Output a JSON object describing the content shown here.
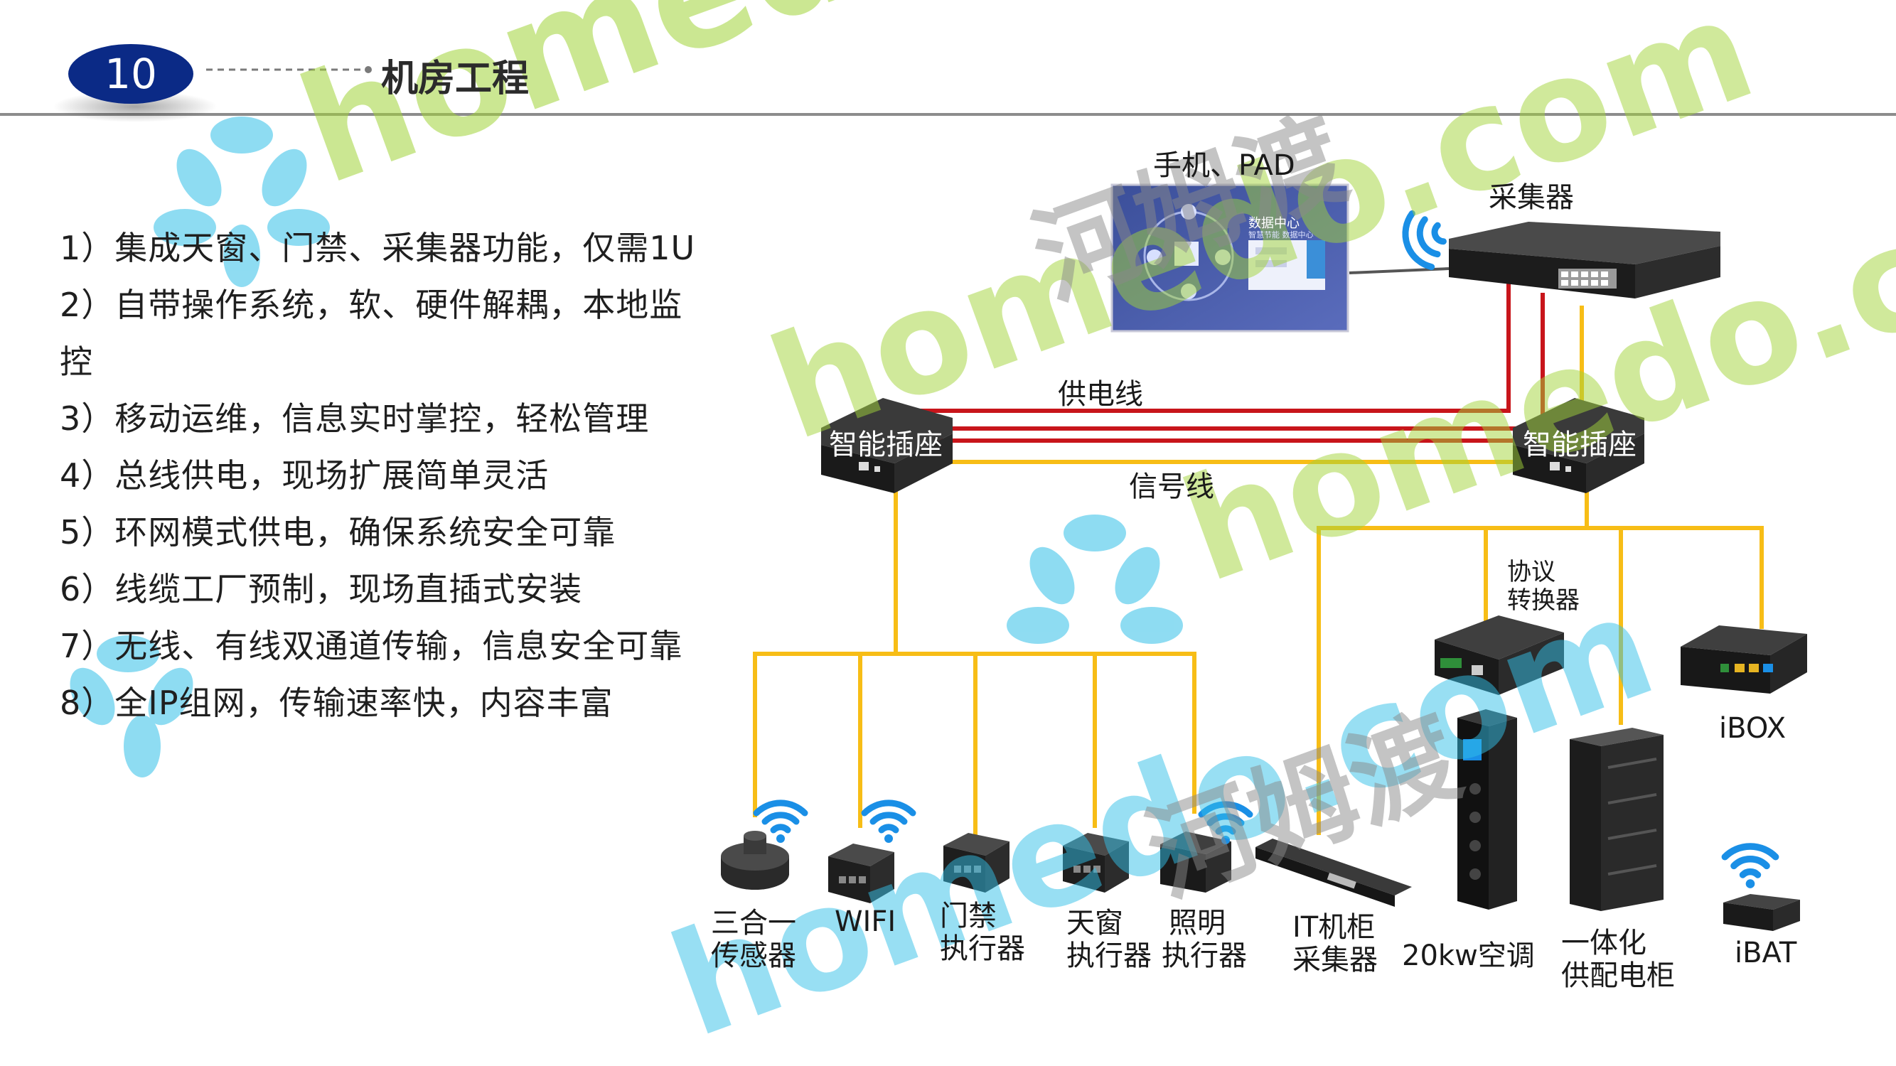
{
  "header": {
    "page_number": "10",
    "title": "机房工程"
  },
  "features": [
    "1）集成天窗、门禁、采集器功能，仅需1U",
    "2）自带操作系统，软、硬件解耦，本地监",
    "控",
    "3）移动运维，信息实时掌控，轻松管理",
    "4）总线供电，现场扩展简单灵活",
    "5）环网模式供电，确保系统安全可靠",
    "6）线缆工厂预制，现场直插式安装",
    "7）无线、有线双通道传输，信息安全可靠",
    "8）全IP组网，传输速率快，内容丰富"
  ],
  "diagram": {
    "phone_pad": "手机、PAD",
    "screen_title": "数据中心",
    "screen_subtitle": "智慧节能 数据中心",
    "collector": "采集器",
    "power_line": "供电线",
    "signal_line": "信号线",
    "socket_left": "智能插座",
    "socket_right": "智能插座",
    "protocol_converter": [
      "协议",
      "转换器"
    ],
    "ibox": "iBOX",
    "ibat": "iBAT",
    "sensor": [
      "三合一",
      "传感器"
    ],
    "wifi": "WIFI",
    "door_actuator": [
      "门禁",
      "执行器"
    ],
    "skylight_actuator": [
      "天窗",
      "执行器"
    ],
    "lighting_actuator": [
      "照明",
      "执行器"
    ],
    "it_collector": [
      "IT机柜",
      "采集器"
    ],
    "ac": "20kw空调",
    "power_cabinet": [
      "一体化",
      "供配电柜"
    ]
  },
  "watermark": {
    "latin": "homedo.com",
    "chinese": "河姆渡"
  },
  "colors": {
    "badge": "#0b2a86",
    "power_line": "#c8151b",
    "signal_line": "#f7bd16",
    "wifi": "#1a8fe6",
    "device": "#1c1c1c",
    "watermark_green": "#a2d43a",
    "watermark_cyan": "#33c0e8",
    "watermark_grey": "#8a8a8a"
  }
}
